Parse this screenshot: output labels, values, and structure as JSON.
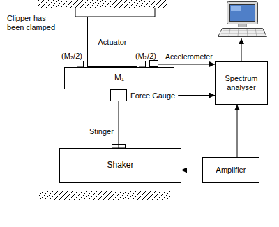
{
  "diagram": {
    "nodes": [
      {
        "text": [
          "Actuator"
        ]
      },
      {
        "text": [
          "M₁"
        ]
      },
      {
        "text": [
          "Accelerometer"
        ]
      },
      {
        "text": [
          "Force Gauge"
        ]
      },
      {
        "text": [
          "Spectrum analyser"
        ]
      },
      {
        "text": [
          "Shaker"
        ]
      },
      {
        "text": [
          "Amplifier"
        ]
      }
    ],
    "edges": [
      {
        "from": 2,
        "to": 4,
        "arrow": "to"
      },
      {
        "from": 3,
        "to": 4,
        "arrow": "to"
      },
      {
        "from": 3,
        "to": 5,
        "arrow": "none"
      },
      {
        "from": 6,
        "to": 4,
        "arrow": "to"
      },
      {
        "from": 6,
        "to": 5,
        "arrow": "to"
      }
    ],
    "labels": [
      "Clipper has been clamped",
      "(M₂/2)",
      "(M₂/2)",
      "Stinger"
    ]
  }
}
